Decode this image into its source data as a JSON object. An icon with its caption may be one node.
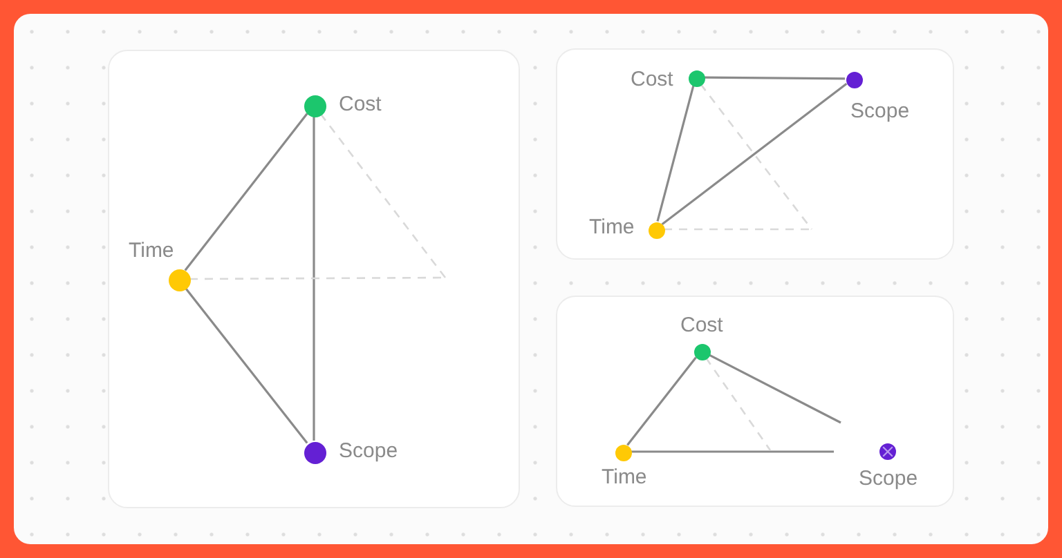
{
  "diagram": {
    "nodes": [
      {
        "text": [],
        "shape": "box"
      },
      {
        "text": [],
        "shape": "circle",
        "in": 0,
        "beside": [
          "Cost"
        ]
      },
      {
        "text": [],
        "shape": "circle",
        "in": 0,
        "beside": [
          "Time"
        ]
      },
      {
        "text": [],
        "shape": "circle",
        "in": 0,
        "beside": [
          "Scope"
        ]
      },
      {
        "text": [],
        "shape": "box"
      },
      {
        "text": [],
        "shape": "circle",
        "in": 4,
        "beside": [
          "Cost"
        ]
      },
      {
        "text": [],
        "shape": "circle",
        "in": 4,
        "beside": [
          "Scope"
        ]
      },
      {
        "text": [],
        "shape": "circle",
        "in": 4,
        "beside": [
          "Time"
        ]
      },
      {
        "text": [],
        "shape": "box"
      },
      {
        "text": [],
        "shape": "circle",
        "in": 8,
        "beside": [
          "Cost"
        ]
      },
      {
        "text": [],
        "shape": "circle",
        "in": 8,
        "beside": [
          "Time"
        ]
      },
      {
        "text": [],
        "shape": "circle",
        "in": 8,
        "beside": [
          "Scope"
        ]
      }
    ],
    "edges": [
      {
        "from": 1,
        "to": 2,
        "arrow": "none"
      },
      {
        "from": 1,
        "to": 3,
        "arrow": "none"
      },
      {
        "from": 2,
        "to": 3,
        "arrow": "none"
      },
      {
        "from": 1,
        "to": null,
        "arrow": "none",
        "style": "dashed",
        "color": "#d9d9d9"
      },
      {
        "from": 2,
        "to": null,
        "arrow": "none",
        "style": "dashed",
        "color": "#d9d9d9"
      },
      {
        "from": 5,
        "to": 6,
        "arrow": "none"
      },
      {
        "from": 5,
        "to": 7,
        "arrow": "none"
      },
      {
        "from": 7,
        "to": 6,
        "arrow": "none"
      },
      {
        "from": 5,
        "to": null,
        "arrow": "none",
        "style": "dashed",
        "color": "#d9d9d9"
      },
      {
        "from": 7,
        "to": null,
        "arrow": "none",
        "style": "dashed",
        "color": "#d9d9d9"
      },
      {
        "from": 9,
        "to": 10,
        "arrow": "none"
      },
      {
        "from": 9,
        "to": null,
        "arrow": "none"
      },
      {
        "from": 10,
        "to": null,
        "arrow": "none"
      },
      {
        "from": 9,
        "to": null,
        "arrow": "none",
        "style": "dashed",
        "color": "#d9d9d9"
      }
    ]
  }
}
